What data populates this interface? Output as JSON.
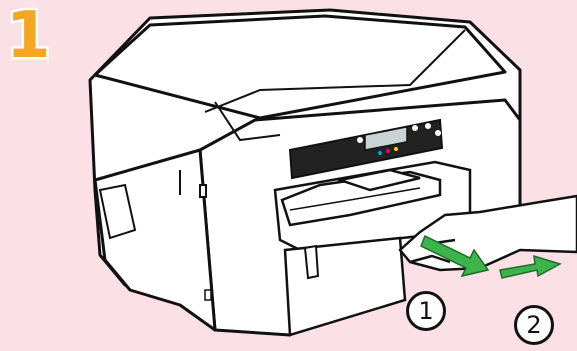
{
  "step": {
    "number": "1"
  },
  "callouts": [
    {
      "label": "1"
    },
    {
      "label": "2"
    }
  ],
  "colors": {
    "background": "#fbe0e6",
    "step_number": "#f5a623",
    "arrow": "#3cb44b",
    "outline": "#111111",
    "display": "#c9d3d6"
  },
  "icons": [
    "printer-illustration",
    "hand-illustration",
    "pull-arrow-1",
    "pull-arrow-2"
  ]
}
